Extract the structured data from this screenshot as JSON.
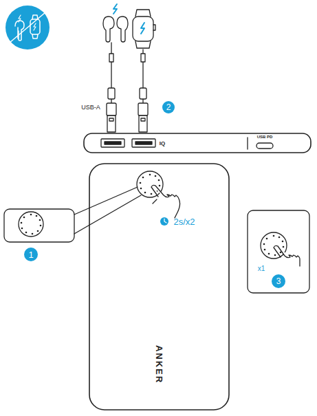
{
  "diagram": {
    "labels": [
      "USB-A",
      "IQ",
      "USB PD",
      "2s/x2",
      "1",
      "2",
      "3",
      "x1",
      "ANKER"
    ]
  }
}
